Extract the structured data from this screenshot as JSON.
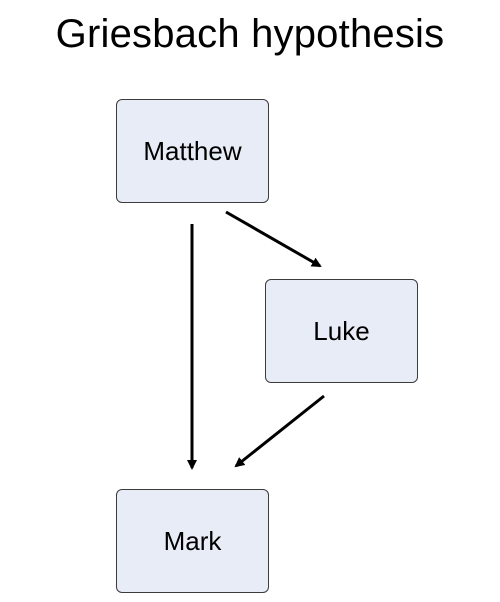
{
  "diagram": {
    "title": "Griesbach hypothesis",
    "colors": {
      "node_fill": "#e8ecf6",
      "node_border": "#3c3c3c",
      "edge": "#000000",
      "text": "#000000",
      "background": "#ffffff"
    },
    "nodes": [
      {
        "id": "matthew",
        "label": "Matthew"
      },
      {
        "id": "luke",
        "label": "Luke"
      },
      {
        "id": "mark",
        "label": "Mark"
      }
    ],
    "edges": [
      {
        "from": "matthew",
        "to": "mark"
      },
      {
        "from": "matthew",
        "to": "luke"
      },
      {
        "from": "luke",
        "to": "mark"
      }
    ]
  }
}
